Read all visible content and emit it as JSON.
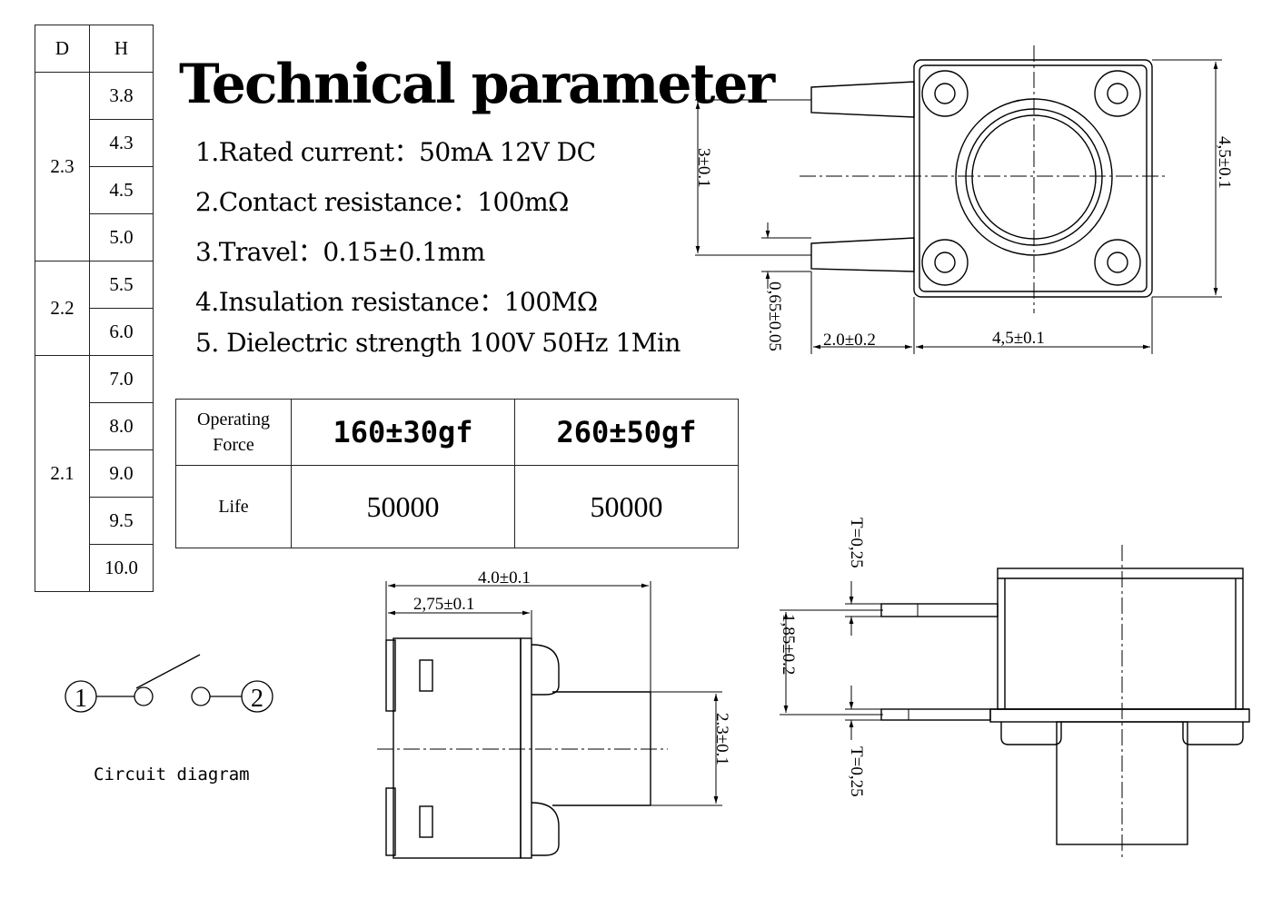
{
  "dh_table": {
    "header_d": "D",
    "header_h": "H",
    "groups": [
      {
        "d": "2.3",
        "h": [
          "3.8",
          "4.3",
          "4.5",
          "5.0"
        ]
      },
      {
        "d": "2.2",
        "h": [
          "5.5",
          "6.0"
        ]
      },
      {
        "d": "2.1",
        "h": [
          "7.0",
          "8.0",
          "9.0",
          "9.5",
          "10.0"
        ]
      }
    ]
  },
  "title": "Technical parameter",
  "parameters": [
    "1.Rated current：50mA 12V DC",
    "2.Contact resistance：100mΩ",
    "3.Travel：0.15±0.1mm",
    "4.Insulation resistance：100MΩ",
    "5. Dielectric strength 100V 50Hz 1Min"
  ],
  "op_table": {
    "row1_label": "Operating Force",
    "row2_label": "Life",
    "force_values": [
      "160±30gf",
      "260±50gf"
    ],
    "life_values": [
      "50000",
      "50000"
    ]
  },
  "circuit": {
    "label": "Circuit diagram",
    "terminal_1": "1",
    "terminal_2": "2"
  },
  "top_view_dims": {
    "pin_spacing": "3±0.1",
    "height": "4,5±0.1",
    "pin_width": "0,65±0.05",
    "lead_length": "2.0±0.2",
    "width": "4,5±0.1"
  },
  "side_view_dims": {
    "overall": "4.0±0.1",
    "body": "2,75±0.1",
    "actuator": "2.3±0.1"
  },
  "front_view_dims": {
    "thickness_top": "T=0,25",
    "pin_spacing": "1,85±0.2",
    "thickness_bottom": "T=0,25"
  }
}
